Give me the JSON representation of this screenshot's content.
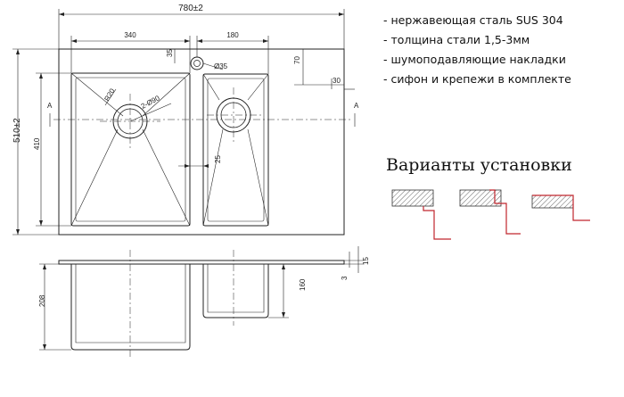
{
  "specs": [
    "- нержавеющая сталь SUS 304",
    "- толщина стали 1,5-3мм",
    "- шумоподавляющие накладки",
    "- сифон и крепежи в комплекте"
  ],
  "variants_title": "Варианты установки",
  "dimensions": {
    "overall_width": "780±2",
    "overall_height": "510±2",
    "left_bowl_width": "340",
    "right_bowl_width": "180",
    "tap_offset": "35",
    "tap_hole": "Ø35",
    "right_margin_top": "70",
    "edge_right": "30",
    "left_bowl_height": "410",
    "corner_radius": "R20",
    "drain": "2-Ø90",
    "divider": "25",
    "section_mark_left": "A",
    "section_mark_right": "A",
    "depth_left": "208",
    "depth_right": "160",
    "rim_15": "15",
    "rim_3": "3"
  },
  "colors": {
    "line": "#222222",
    "accent": "#c0262d",
    "hatch": "#666666"
  }
}
